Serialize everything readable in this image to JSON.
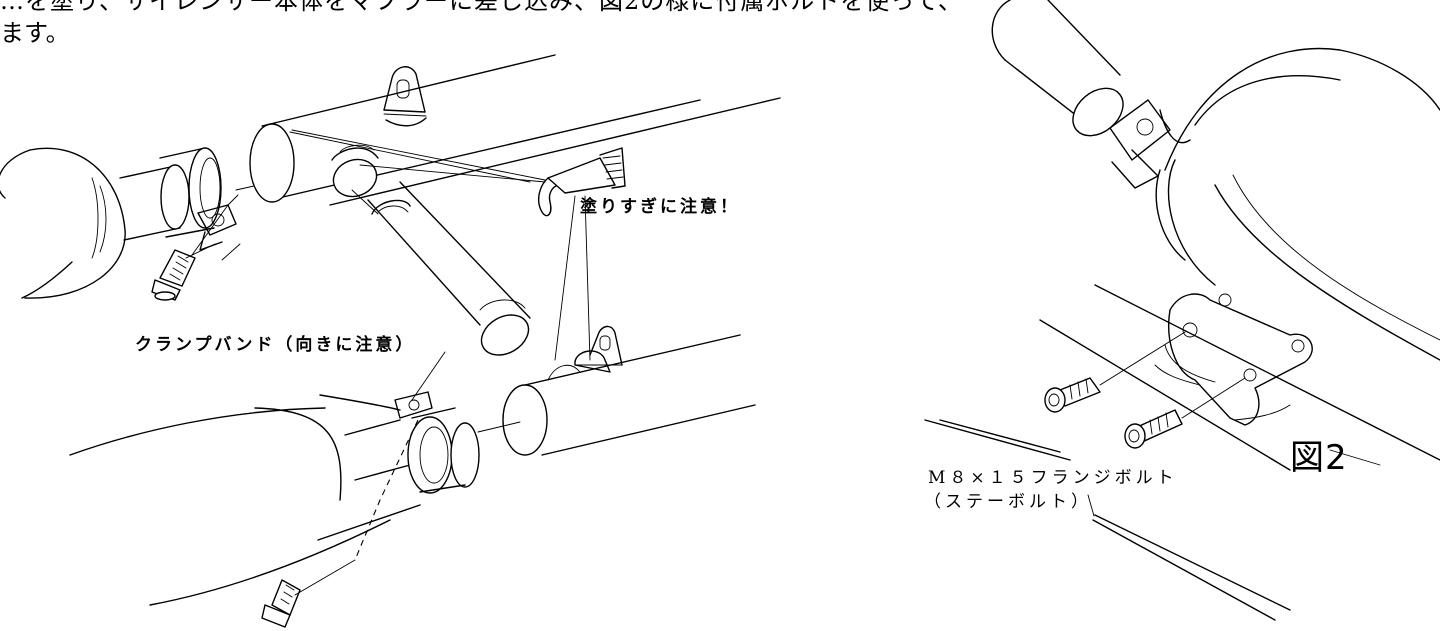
{
  "intro": {
    "line1": "…を塗り、サイレンサー本体をマフラーに差し込み、図2の様に付属ボルトを使って、",
    "line2": "ます。"
  },
  "labels": {
    "paint_note": "塗りすぎに注意！",
    "clamp_band": "クランプバンド（向きに注意）",
    "bolt_line1": "M８×１５フランジボルト",
    "bolt_line2": "（ステーボルト）",
    "figure": "図2"
  }
}
